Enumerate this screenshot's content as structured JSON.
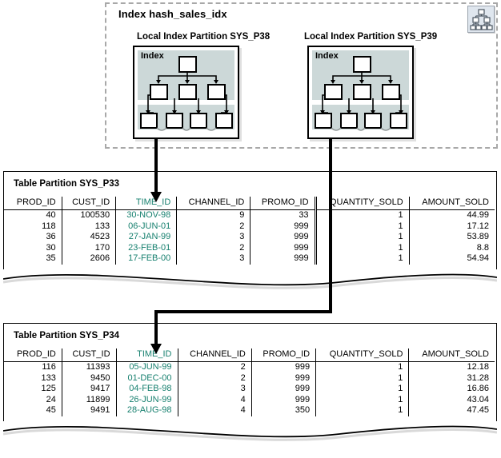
{
  "diagram": {
    "index_region": {
      "title": "Index hash_sales_idx",
      "icon": "hierarchy-tree-icon",
      "partitions": [
        {
          "label": "Local Index Partition SYS_P38",
          "box_caption": "Index"
        },
        {
          "label": "Local Index Partition SYS_P39",
          "box_caption": "Index"
        }
      ]
    },
    "colors": {
      "teal_column": "#17806f",
      "index_panel": "#ccd8d8",
      "dashed_border": "#a8a8a8",
      "icon_background": "#dfe6ee"
    },
    "columns": [
      "PROD_ID",
      "CUST_ID",
      "TIME_ID",
      "CHANNEL_ID",
      "PROMO_ID",
      "QUANTITY_SOLD",
      "AMOUNT_SOLD"
    ],
    "tables": [
      {
        "title": "Table Partition SYS_P33",
        "rows": [
          {
            "PROD_ID": "40",
            "CUST_ID": "100530",
            "TIME_ID": "30-NOV-98",
            "CHANNEL_ID": "9",
            "PROMO_ID": "33",
            "QUANTITY_SOLD": "1",
            "AMOUNT_SOLD": "44.99"
          },
          {
            "PROD_ID": "118",
            "CUST_ID": "133",
            "TIME_ID": "06-JUN-01",
            "CHANNEL_ID": "2",
            "PROMO_ID": "999",
            "QUANTITY_SOLD": "1",
            "AMOUNT_SOLD": "17.12"
          },
          {
            "PROD_ID": "36",
            "CUST_ID": "4523",
            "TIME_ID": "27-JAN-99",
            "CHANNEL_ID": "3",
            "PROMO_ID": "999",
            "QUANTITY_SOLD": "1",
            "AMOUNT_SOLD": "53.89"
          },
          {
            "PROD_ID": "30",
            "CUST_ID": "170",
            "TIME_ID": "23-FEB-01",
            "CHANNEL_ID": "2",
            "PROMO_ID": "999",
            "QUANTITY_SOLD": "1",
            "AMOUNT_SOLD": "8.8"
          },
          {
            "PROD_ID": "35",
            "CUST_ID": "2606",
            "TIME_ID": "17-FEB-00",
            "CHANNEL_ID": "3",
            "PROMO_ID": "999",
            "QUANTITY_SOLD": "1",
            "AMOUNT_SOLD": "54.94"
          }
        ]
      },
      {
        "title": "Table Partition SYS_P34",
        "rows": [
          {
            "PROD_ID": "116",
            "CUST_ID": "11393",
            "TIME_ID": "05-JUN-99",
            "CHANNEL_ID": "2",
            "PROMO_ID": "999",
            "QUANTITY_SOLD": "1",
            "AMOUNT_SOLD": "12.18"
          },
          {
            "PROD_ID": "133",
            "CUST_ID": "9450",
            "TIME_ID": "01-DEC-00",
            "CHANNEL_ID": "2",
            "PROMO_ID": "999",
            "QUANTITY_SOLD": "1",
            "AMOUNT_SOLD": "31.28"
          },
          {
            "PROD_ID": "125",
            "CUST_ID": "9417",
            "TIME_ID": "04-FEB-98",
            "CHANNEL_ID": "3",
            "PROMO_ID": "999",
            "QUANTITY_SOLD": "1",
            "AMOUNT_SOLD": "16.86"
          },
          {
            "PROD_ID": "24",
            "CUST_ID": "11899",
            "TIME_ID": "26-JUN-99",
            "CHANNEL_ID": "4",
            "PROMO_ID": "999",
            "QUANTITY_SOLD": "1",
            "AMOUNT_SOLD": "43.04"
          },
          {
            "PROD_ID": "45",
            "CUST_ID": "9491",
            "TIME_ID": "28-AUG-98",
            "CHANNEL_ID": "4",
            "PROMO_ID": "350",
            "QUANTITY_SOLD": "1",
            "AMOUNT_SOLD": "47.45"
          }
        ]
      }
    ]
  }
}
